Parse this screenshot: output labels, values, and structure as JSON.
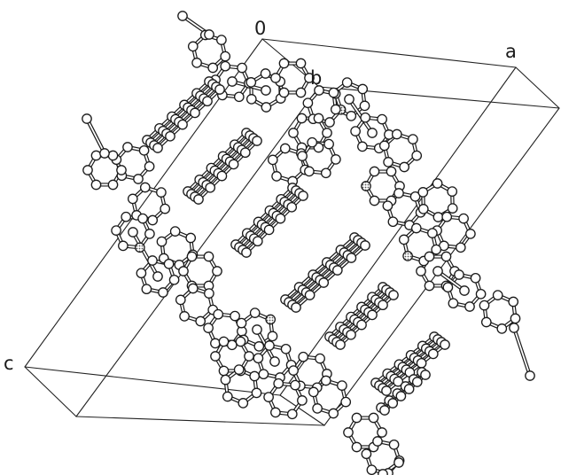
{
  "figure": {
    "axis_labels": {
      "origin": "0",
      "a": "a",
      "b": "b",
      "c": "c"
    },
    "colors": {
      "background": "#ffffff",
      "bond": "#1a1a1a",
      "atom_fill": "#ffffff",
      "heteroatom_fill": "#bdbdbd",
      "cell_edge": "#222222"
    }
  }
}
